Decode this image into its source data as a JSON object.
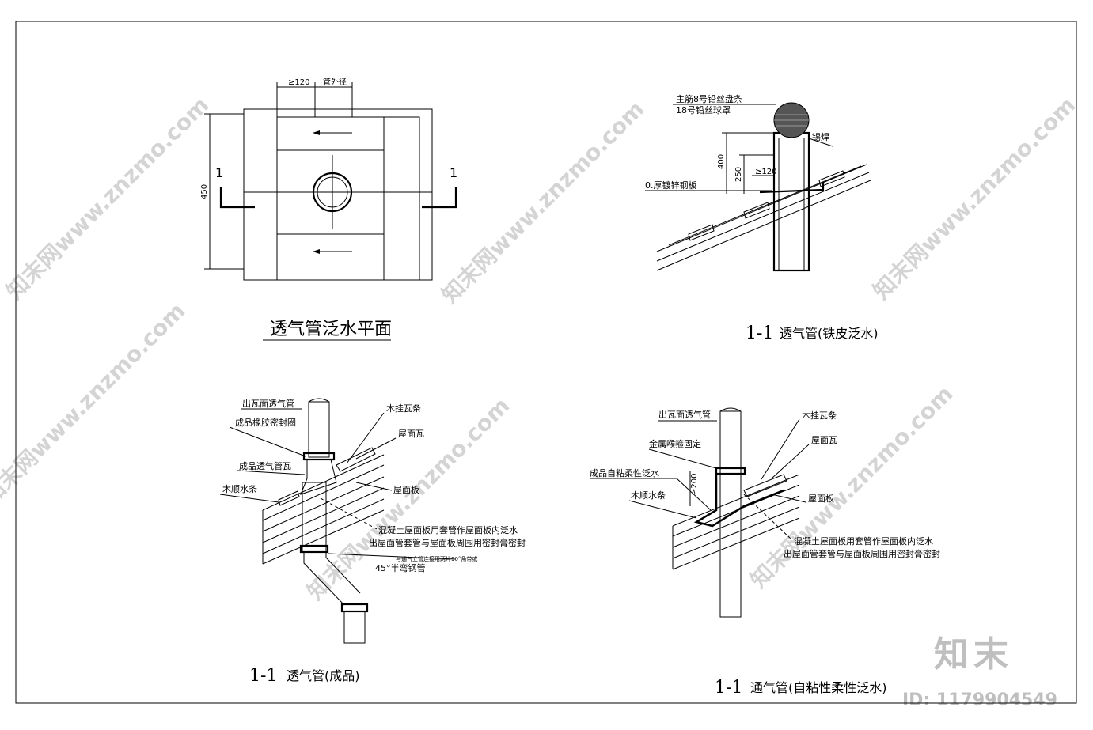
{
  "watermark": {
    "text": "知末网www.znzmo.com",
    "brand": "知末",
    "id_text": "ID: 1179904549"
  },
  "plan": {
    "title": "透气管泛水平面",
    "dim_top_1": "≥120",
    "dim_top_2": "管外径",
    "dim_left": "450",
    "section_mark_left": "1",
    "section_mark_right": "1"
  },
  "iron": {
    "title_num": "1-1",
    "title_text": "透气管(铁皮泛水)",
    "label_wire": "主筋8号铅丝盘条",
    "label_ball": "18号铅丝球罩",
    "label_solder": "锡焊",
    "label_plate": "0.厚镀锌钢板",
    "dim_400": "400",
    "dim_250": "250",
    "dim_120": "≥120"
  },
  "finished": {
    "title_num": "1-1",
    "title_text": "透气管(成品)",
    "label_pipe": "出瓦面透气管",
    "label_ring": "成品橡胶密封圈",
    "label_tile_vent": "成品透气管瓦",
    "label_strip": "木顺水条",
    "label_batten": "木挂瓦条",
    "label_tile": "屋面瓦",
    "label_board": "屋面板",
    "note_1": "混凝土屋面板用套管作屋面板内泛水",
    "note_2": "出屋面管套管与屋面板周围用密封膏密封",
    "note_3": "与通气立管连接用两片90°角带或",
    "note_4": "45°半弯钢管"
  },
  "adhesive": {
    "title_num": "1-1",
    "title_text": "通气管(自粘性柔性泛水)",
    "label_pipe": "出瓦面透气管",
    "label_clamp": "金属喉箍固定",
    "label_flash": "成品自粘柔性泛水",
    "label_strip": "木顺水条",
    "label_batten": "木挂瓦条",
    "label_tile": "屋面瓦",
    "label_board": "屋面板",
    "dim_200": "≥200",
    "note_1": "混凝土屋面板用套管作屋面板内泛水",
    "note_2": "出屋面管套管与屋面板周围用密封膏密封"
  }
}
